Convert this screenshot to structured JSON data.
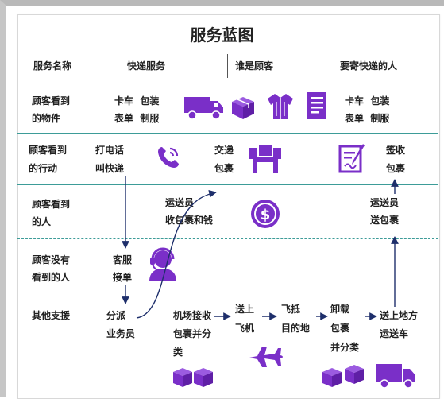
{
  "title": "服务蓝图",
  "header": {
    "col1": "服务名称",
    "col2": "快递服务",
    "col3": "谁是顾客",
    "col4": "要寄快递的人"
  },
  "rows": {
    "objects": {
      "label_1": "顾客看到",
      "label_2": "的物件",
      "left_1": "卡车  包装",
      "left_2": "表单  制服",
      "right_1": "卡车  包装",
      "right_2": "表单  制服"
    },
    "actions": {
      "label_1": "顾客看到",
      "label_2": "的行动",
      "call_1": "打电话",
      "call_2": "叫快递",
      "deliver_1": "交递",
      "deliver_2": "包裹",
      "sign_1": "签收",
      "sign_2": "包裹"
    },
    "people": {
      "label_1": "顾客看到",
      "label_2": "的人",
      "courier_1": "运送员",
      "courier_2": "收包裹和钱",
      "courier2_1": "运送员",
      "courier2_2": "送包裹"
    },
    "hidden": {
      "label_1": "顾客没有",
      "label_2": "看到的人",
      "cs_1": "客服",
      "cs_2": "接单"
    },
    "support": {
      "label": "其他支援",
      "dispatch_1": "分派",
      "dispatch_2": "业务员",
      "airport_1": "机场接收",
      "airport_2": "包裹并分",
      "airport_3": "类",
      "plane_1": "送上",
      "plane_2": "飞机",
      "arrive_1": "飞抵",
      "arrive_2": "目的地",
      "unload_1": "卸载",
      "unload_2": "包裹",
      "unload_3": "并分类",
      "truck_1": "送上地方",
      "truck_2": "运送车"
    }
  },
  "colors": {
    "accent": "#7a2fc8",
    "divider": "#3d9c98",
    "text": "#222222"
  },
  "icons": [
    "truck-icon",
    "box-icon",
    "uniform-icon",
    "form-icon",
    "phone-icon",
    "handover-icon",
    "sign-form-icon",
    "dollar-coin-icon",
    "operator-icon",
    "airplane-icon"
  ]
}
